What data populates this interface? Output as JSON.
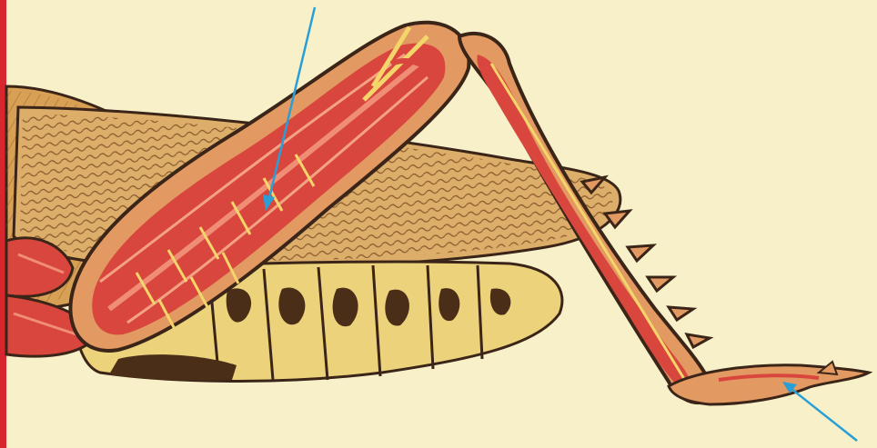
{
  "image": {
    "subject": "grasshopper-hind-leg-anatomy-illustration",
    "colors": {
      "background": "#f7f0c8",
      "border_bar": "#d8262e",
      "pointer_arrow": "#2a9fd6",
      "muscle_red": "#d9463e",
      "muscle_highlight": "#ef8e74",
      "exoskeleton_tan": "#e0a75a",
      "wing_tan": "#d6a661",
      "abdomen_yellow": "#ecd27a",
      "dark_outline": "#3b2518",
      "tendon_yellow": "#f3d66a"
    },
    "pointers": [
      "femur-muscle-arrow",
      "tarsus-arrow"
    ]
  }
}
